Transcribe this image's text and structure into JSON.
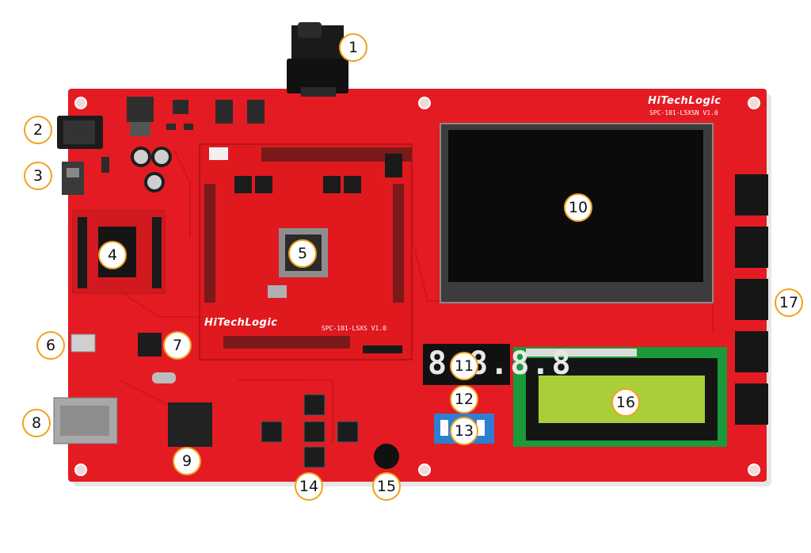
{
  "board": {
    "silkscreen_brand": "HiTechLogic",
    "main_board_label": "SPC-101-L5XSN V1.0",
    "module_brand": "HiTechLogic",
    "module_label": "SPC-101-LSXS V1.0"
  },
  "seven_segment": {
    "display_text": "8.8.8.8"
  },
  "callouts": [
    "1",
    "2",
    "3",
    "4",
    "5",
    "6",
    "7",
    "8",
    "9",
    "10",
    "11",
    "12",
    "13",
    "14",
    "15",
    "16",
    "17"
  ],
  "colors": {
    "pcb": "#e41b23",
    "callout_border": "#f0a21c",
    "lcd_panel": "#0b0b0b",
    "char_lcd_screen": "#a9cf38"
  }
}
